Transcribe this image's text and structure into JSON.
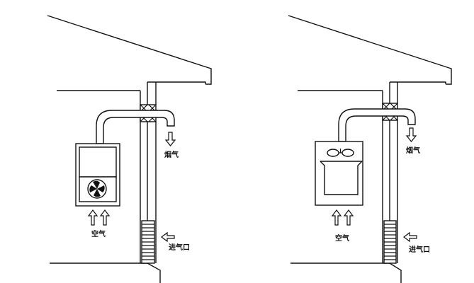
{
  "diagrams": [
    {
      "type": "forced-exhaust water heater (fan at bottom)",
      "labels": {
        "flue_gas": "烟气",
        "air": "空气",
        "air_inlet": "进气口"
      }
    },
    {
      "type": "forced-exhaust water heater (fan at top)",
      "labels": {
        "flue_gas": "烟气",
        "air": "空气",
        "air_inlet": "进气口"
      }
    }
  ],
  "colors": {
    "line": "#111111",
    "background": "#ffffff"
  },
  "icons": [
    "fan-icon",
    "up-arrow-icon",
    "down-arrow-icon",
    "left-arrow-icon"
  ]
}
